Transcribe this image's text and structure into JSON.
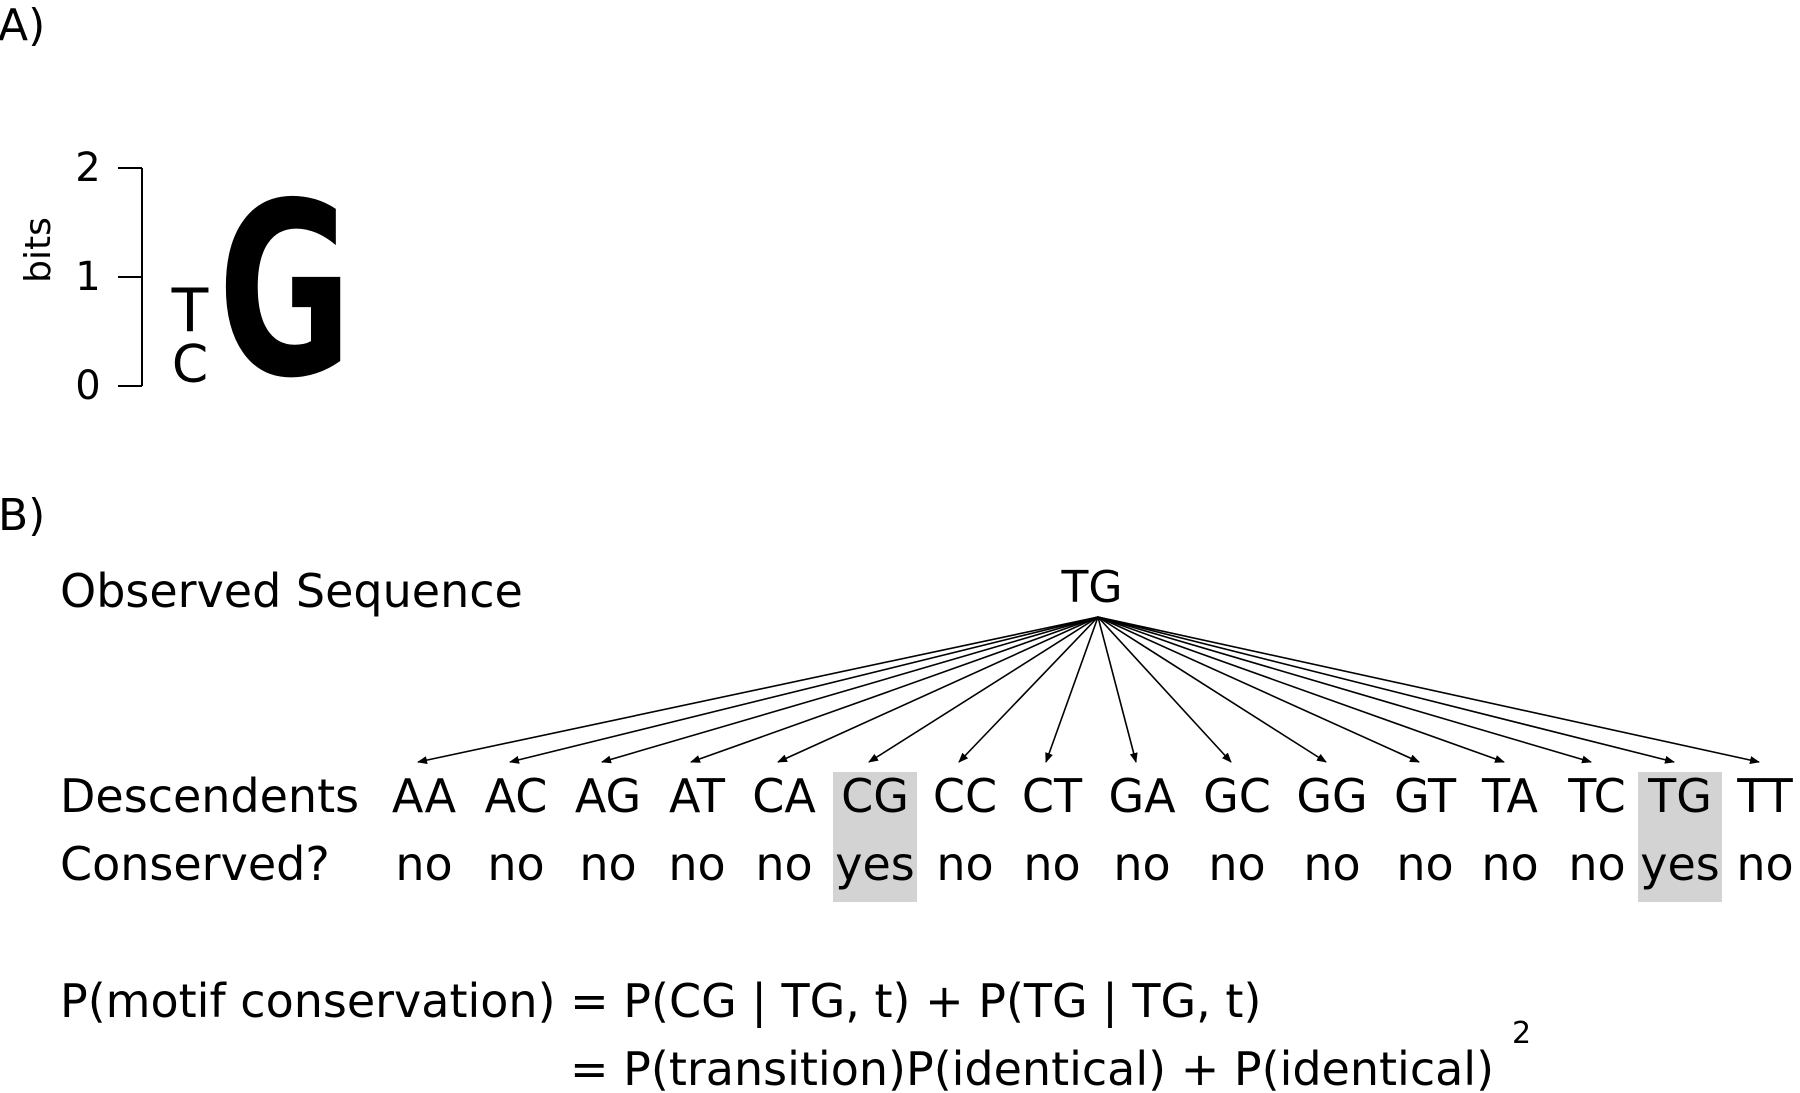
{
  "panel_a": {
    "label": "A)",
    "axis_label": "bits",
    "ticks": [
      "0",
      "1",
      "2"
    ],
    "logo_letters": {
      "pos1_top": "T",
      "pos1_bottom": "C",
      "pos2": "G"
    }
  },
  "panel_b": {
    "label": "B)",
    "observed_label": "Observed Sequence",
    "observed_value": "TG",
    "descendents_label": "Descendents",
    "conserved_label": "Conserved?",
    "descendents": [
      {
        "seq": "AA",
        "conserved": "no"
      },
      {
        "seq": "AC",
        "conserved": "no"
      },
      {
        "seq": "AG",
        "conserved": "no"
      },
      {
        "seq": "AT",
        "conserved": "no"
      },
      {
        "seq": "CA",
        "conserved": "no"
      },
      {
        "seq": "CG",
        "conserved": "yes"
      },
      {
        "seq": "CC",
        "conserved": "no"
      },
      {
        "seq": "CT",
        "conserved": "no"
      },
      {
        "seq": "GA",
        "conserved": "no"
      },
      {
        "seq": "GC",
        "conserved": "no"
      },
      {
        "seq": "GG",
        "conserved": "no"
      },
      {
        "seq": "GT",
        "conserved": "no"
      },
      {
        "seq": "TA",
        "conserved": "no"
      },
      {
        "seq": "TC",
        "conserved": "no"
      },
      {
        "seq": "TG",
        "conserved": "yes"
      },
      {
        "seq": "TT",
        "conserved": "no"
      }
    ],
    "highlight_color": "#d3d3d3",
    "formula_line1": "P(motif conservation) = P(CG | TG, t) + P(TG | TG, t)",
    "formula_line2": "= P(transition)P(identical) + P(identical)",
    "formula_exponent": "2"
  }
}
